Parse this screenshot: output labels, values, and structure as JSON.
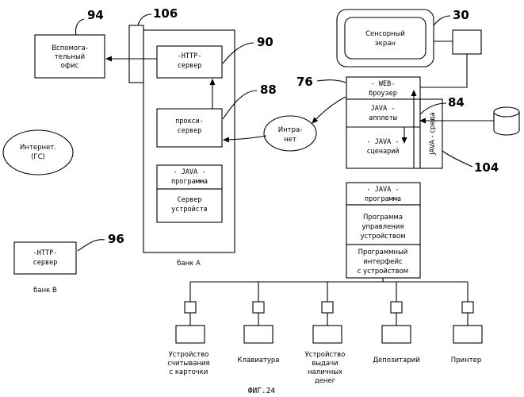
{
  "refs": {
    "r94": "94",
    "r106": "106",
    "r90": "90",
    "r88": "88",
    "r30": "30",
    "r76": "76",
    "r84": "84",
    "r104": "104",
    "r96": "96"
  },
  "aux_office": [
    "Вспомога-",
    "тельный",
    "офис"
  ],
  "bank_a": {
    "http_server": [
      "-HTTP-",
      "сервер"
    ],
    "proxy": [
      "прокси-",
      "сервер"
    ],
    "java_prog": [
      "- JAVA -",
      "программа"
    ],
    "dev_server": [
      "Сервер",
      "устройств"
    ],
    "label": "банк А"
  },
  "internet": [
    "Интернет.",
    "(ГС)"
  ],
  "intranet": [
    "Интра-",
    "нет"
  ],
  "touch": [
    "Сенсорный",
    "экран"
  ],
  "client": {
    "web": [
      "- WEB-",
      "броузер"
    ],
    "applets": [
      "JAVA -",
      "апплеты"
    ],
    "script": [
      "- JAVA -",
      "сценарий"
    ],
    "env": "JAVA - среда"
  },
  "device_stack": {
    "java_prog": [
      "- JAVA -",
      "программа"
    ],
    "control": [
      "Программа",
      "управления",
      "устройством"
    ],
    "api": [
      "Программный",
      "интерфейс",
      "с устройством"
    ]
  },
  "bank_b": {
    "http": [
      "-HTTP-",
      "сервер"
    ],
    "label": "банк В"
  },
  "devices": [
    [
      "Устройство",
      "считывания",
      "с карточки"
    ],
    [
      "Клавиатура"
    ],
    [
      "Устройство",
      "выдачи",
      "наличных",
      "денег"
    ],
    [
      "Депозитарий"
    ],
    [
      "Принтер"
    ]
  ],
  "caption": "ФИГ.24"
}
